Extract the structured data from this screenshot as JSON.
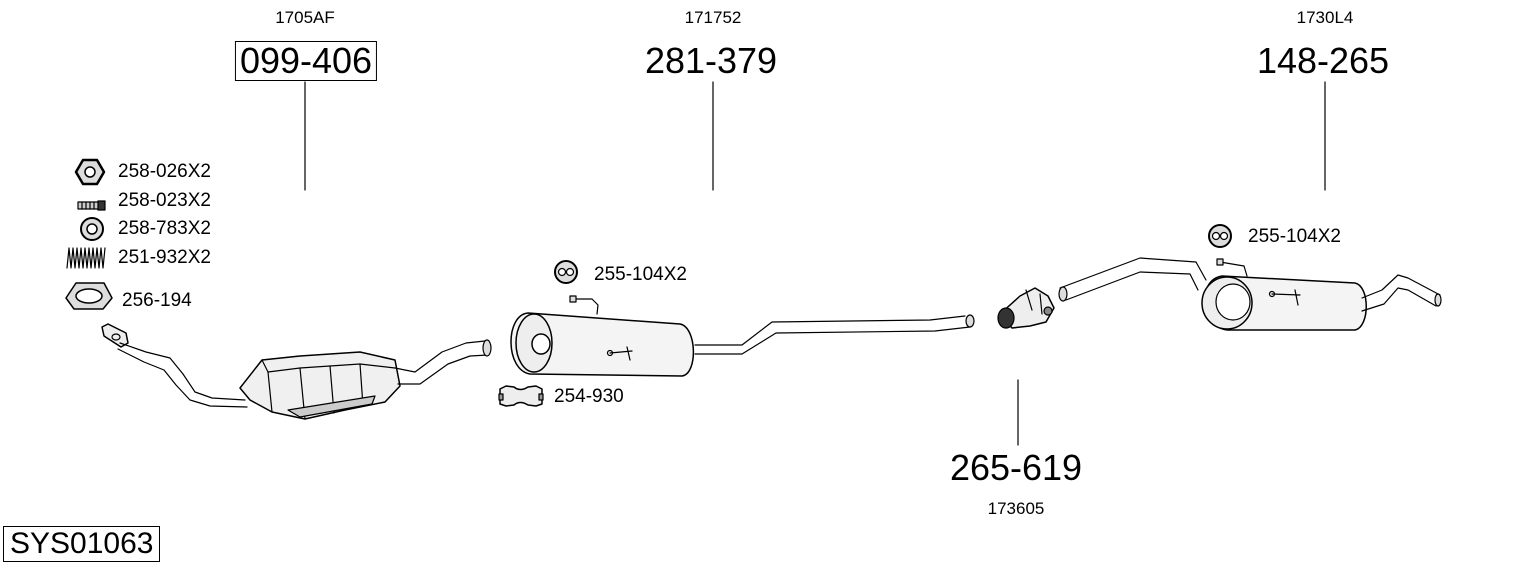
{
  "parts": [
    {
      "ref": "1705AF",
      "number": "099-406",
      "highlighted": true
    },
    {
      "ref": "171752",
      "number": "281-379",
      "highlighted": false
    },
    {
      "ref": "1730L4",
      "number": "148-265",
      "highlighted": false
    },
    {
      "ref": "173605",
      "number": "265-619",
      "highlighted": false
    }
  ],
  "fittings": {
    "nut": "258-026X2",
    "bolt": "258-023X2",
    "washer": "258-783X2",
    "spring": "251-932X2",
    "gasket": "256-194",
    "hanger_mid": "255-104X2",
    "clamp": "254-930",
    "hanger_rear": "255-104X2"
  },
  "system_code": "SYS01063"
}
